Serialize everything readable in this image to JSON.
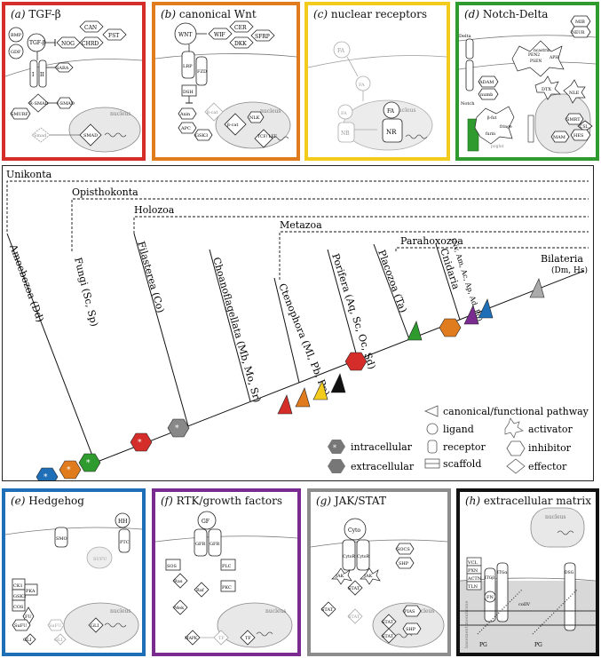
{
  "panels": {
    "a": {
      "letter": "(a)",
      "title": "TGF-β",
      "color": "#d42d2a",
      "labels": {
        "bmp": "BMP",
        "gdf": "GDF",
        "tgfb": "TGF-β",
        "nog": "NOG",
        "can": "CAN",
        "fst": "FST",
        "chrd": "CHRD",
        "rec_i": "I",
        "rec_ii": "II",
        "sara": "SARA",
        "rsmad": "R-SMAD",
        "ismad": "I-SMAD",
        "smurf": "SMURF",
        "smad4": "Smad",
        "smad": "SMAD",
        "nucleus": "nucleus"
      }
    },
    "b": {
      "letter": "(b)",
      "title": "canonical Wnt",
      "color": "#e07b1e",
      "labels": {
        "wnt": "WNT",
        "wif": "WIF",
        "cer": "CER",
        "dkk": "DKK",
        "sfrp": "SFRP",
        "lrp": "LRP",
        "fzd": "FZD",
        "dsh": "DSH",
        "axin": "Axin",
        "apc": "APC",
        "gsk3": "GSK3",
        "bcat_faded": "β-cat",
        "bcat": "β-cat",
        "nlk": "NLK",
        "tcf": "TCF/ LEF",
        "nucleus": "nucleus"
      }
    },
    "c": {
      "letter": "(c)",
      "title": "nuclear receptors",
      "color": "#f2cb1d",
      "labels": {
        "fa_out": "FA",
        "fa_mid": "FA",
        "fa_nb": "FA",
        "nb": "NB",
        "fa_nr": "FA",
        "nr": "NR",
        "nucleus": "nucleus"
      }
    },
    "d": {
      "letter": "(d)",
      "title": "Notch-Delta",
      "color": "#2f9a2e",
      "labels": {
        "delta": "Delta",
        "mib": "MIB",
        "neur": "NEUR",
        "notch": "Notch",
        "adam": "ADAM",
        "pen2": "PEN2",
        "psen": "PSEN",
        "ncastrin": "ncastrin",
        "aph": "APH",
        "dtx": "DTX",
        "nle": "NLE",
        "numb": "numb",
        "bfut": "β-fut",
        "fringe": "fringe",
        "furin": "furin",
        "ogp": "poglut",
        "smrt": "SMRT",
        "csl": "CSL",
        "mam": "MAM",
        "hes": "HES"
      }
    },
    "e": {
      "letter": "(e)",
      "title": "Hedgehog",
      "color": "#1f6fb8",
      "labels": {
        "hh": "HH",
        "ptc": "PTC",
        "smo": "SMO",
        "sufu": "SUFU",
        "ck1": "CK1",
        "gsk3": "GSK3",
        "pka": "PKA",
        "cos": "COS",
        "fu": "FU",
        "sufu2": "SuFU",
        "gli": "GLI",
        "sufu3": "SuFU",
        "gli_faded": "GLI",
        "gli_nuc": "GLI",
        "nucleus": "nucleus"
      }
    },
    "f": {
      "letter": "(f)",
      "title": "RTK/growth factors",
      "color": "#7a2b8f",
      "labels": {
        "gf": "GF",
        "gfr_l": "GFR",
        "gfr_r": "GFR",
        "sos": "SOS",
        "plc": "PLC",
        "ras": "Ras",
        "raf": "Raf",
        "pkc": "PKC",
        "mek": "Mek",
        "mapk": "MAPK",
        "tf": "TF",
        "tf_nuc": "TF",
        "nucleus": "nucleus"
      }
    },
    "g": {
      "letter": "(g)",
      "title": "JAK/STAT",
      "color": "#8c8c8c",
      "labels": {
        "cyto": "Cyto",
        "cytor_l": "CytoR",
        "cytor_r": "CytoR",
        "socs": "SOCS",
        "shp": "SHP",
        "jak_l": "JAK",
        "jak_r": "JAK",
        "stat_a": "STAT",
        "stat_b": "STAT",
        "stat_c": "STAT",
        "pias": "PIAS",
        "shp2": "SHP",
        "stat_n1": "STAT",
        "stat_n2": "STAT",
        "nucleus": "nucleus"
      }
    },
    "h": {
      "letter": "(h)",
      "title": "extracellular matrix",
      "color": "#111111",
      "labels": {
        "nucleus": "nucleus",
        "vcl": "VCL",
        "pxn": "PXN",
        "actn": "ACTN",
        "tln": "TLN",
        "itgb": "ITGβ",
        "itga": "ITGα",
        "dsg": "DSG",
        "fn": "FN",
        "colIV": "colIV",
        "pg": "PG",
        "pg2": "PG",
        "basement": "basement membrane"
      }
    }
  },
  "tree": {
    "clades": {
      "unikonta": "Unikonta",
      "opisthokonta": "Opisthokonta",
      "holozoa": "Holozoa",
      "metazoa": "Metazoa",
      "parahoxozoa": "Parahoxozoa"
    },
    "taxa": {
      "amoebozoa": "Amoebozoa (Dd)",
      "fungi": "Fungi (Sc, Sp)",
      "filasterea": "Filasterea (Co)",
      "choano": "Choanoflagellata (Mb, Mo, Sr)",
      "ctenophora": "Ctenophora (Ml, Pb, Pp)",
      "porifera": "Porifera (Aq, Sc, Oc, Sd)",
      "placozoa": "Placozoa (Ta)",
      "cnidaria": "Cnidaria",
      "cnidaria_sp": "(Nv, Am, Ac, Ap, Ad, Pd)",
      "bilateria": "Bilateria",
      "bilateria_sp": "(Dm, Hs)"
    },
    "legend": {
      "pathway": "canonical/functional pathway",
      "ligand": "ligand",
      "receptor": "receptor",
      "scaffold": "scaffold",
      "activator": "activator",
      "inhibitor": "inhibitor",
      "effector": "effector",
      "intracellular": "intracellular",
      "extracellular": "extracellular",
      "asterisk": "*"
    },
    "marker_colors": {
      "tgfb": "#d42d2a",
      "wnt": "#e07b1e",
      "nr": "#f2cb1d",
      "notch": "#2f9a2e",
      "hh": "#1f6fb8",
      "rtk": "#7a2b8f",
      "jak": "#8c8c8c",
      "ecm": "#111111"
    }
  }
}
